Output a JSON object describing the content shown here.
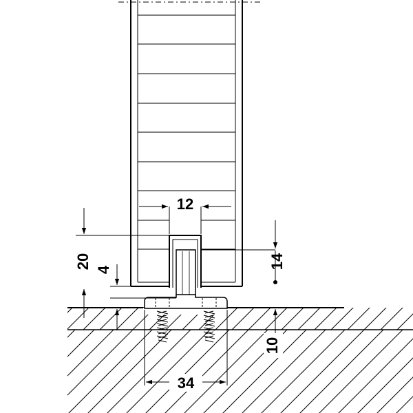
{
  "dimensions": {
    "top_width": "12",
    "total_height": "20",
    "offset": "4",
    "guide_height": "14",
    "floor_depth": "10",
    "base_width": "34"
  }
}
